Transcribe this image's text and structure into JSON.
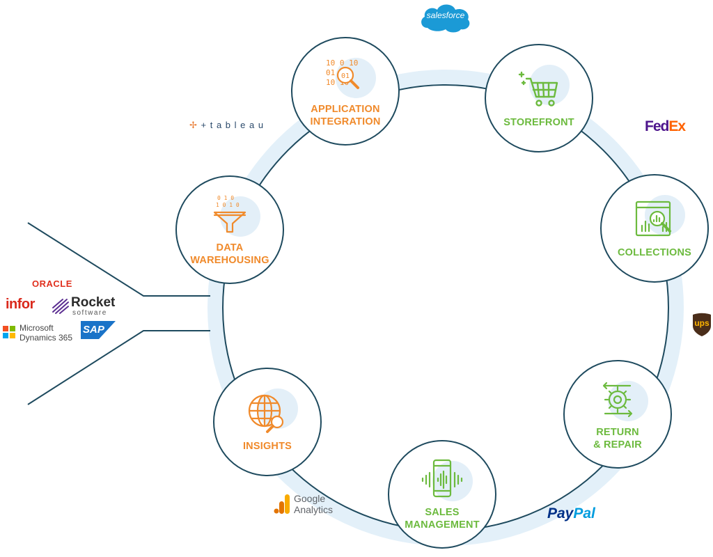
{
  "nodes": [
    {
      "id": "application-integration",
      "lines": [
        "APPLICATION",
        "INTEGRATION"
      ],
      "color": "#f08a2b",
      "icon": "binary-search-icon"
    },
    {
      "id": "storefront",
      "lines": [
        "STOREFRONT"
      ],
      "color": "#6cba3e",
      "icon": "shopping-cart-icon"
    },
    {
      "id": "collections",
      "lines": [
        "COLLECTIONS"
      ],
      "color": "#6cba3e",
      "icon": "chart-search-icon"
    },
    {
      "id": "return-repair",
      "lines": [
        "RETURN",
        "& REPAIR"
      ],
      "color": "#6cba3e",
      "icon": "gear-arrows-icon"
    },
    {
      "id": "sales-management",
      "lines": [
        "SALES",
        "MANAGEMENT"
      ],
      "color": "#6cba3e",
      "icon": "mobile-waveform-icon"
    },
    {
      "id": "insights",
      "lines": [
        "INSIGHTS"
      ],
      "color": "#f08a2b",
      "icon": "globe-search-icon"
    },
    {
      "id": "data-warehousing",
      "lines": [
        "DATA",
        "WAREHOUSING"
      ],
      "color": "#f08a2b",
      "icon": "data-funnel-icon"
    }
  ],
  "logos": {
    "salesforce": "salesforce",
    "tableau": "+ t a b l e a u",
    "fedex_fed": "Fed",
    "fedex_ex": "Ex",
    "ups": "ups",
    "paypal_pay": "Pay",
    "paypal_pal": "Pal",
    "google": "Google",
    "analytics": "Analytics",
    "oracle": "ORACLE",
    "infor": "infor",
    "rocket": "Rocket",
    "rocket_sub": "software",
    "microsoft": "Microsoft",
    "dynamics": "Dynamics 365",
    "sap": "SAP"
  },
  "colors": {
    "ring": "#e3f0f9",
    "ring_line": "#1e4a5e",
    "orange": "#f08a2b",
    "green": "#6cba3e",
    "funnel_lines": "#1e4a5e"
  }
}
